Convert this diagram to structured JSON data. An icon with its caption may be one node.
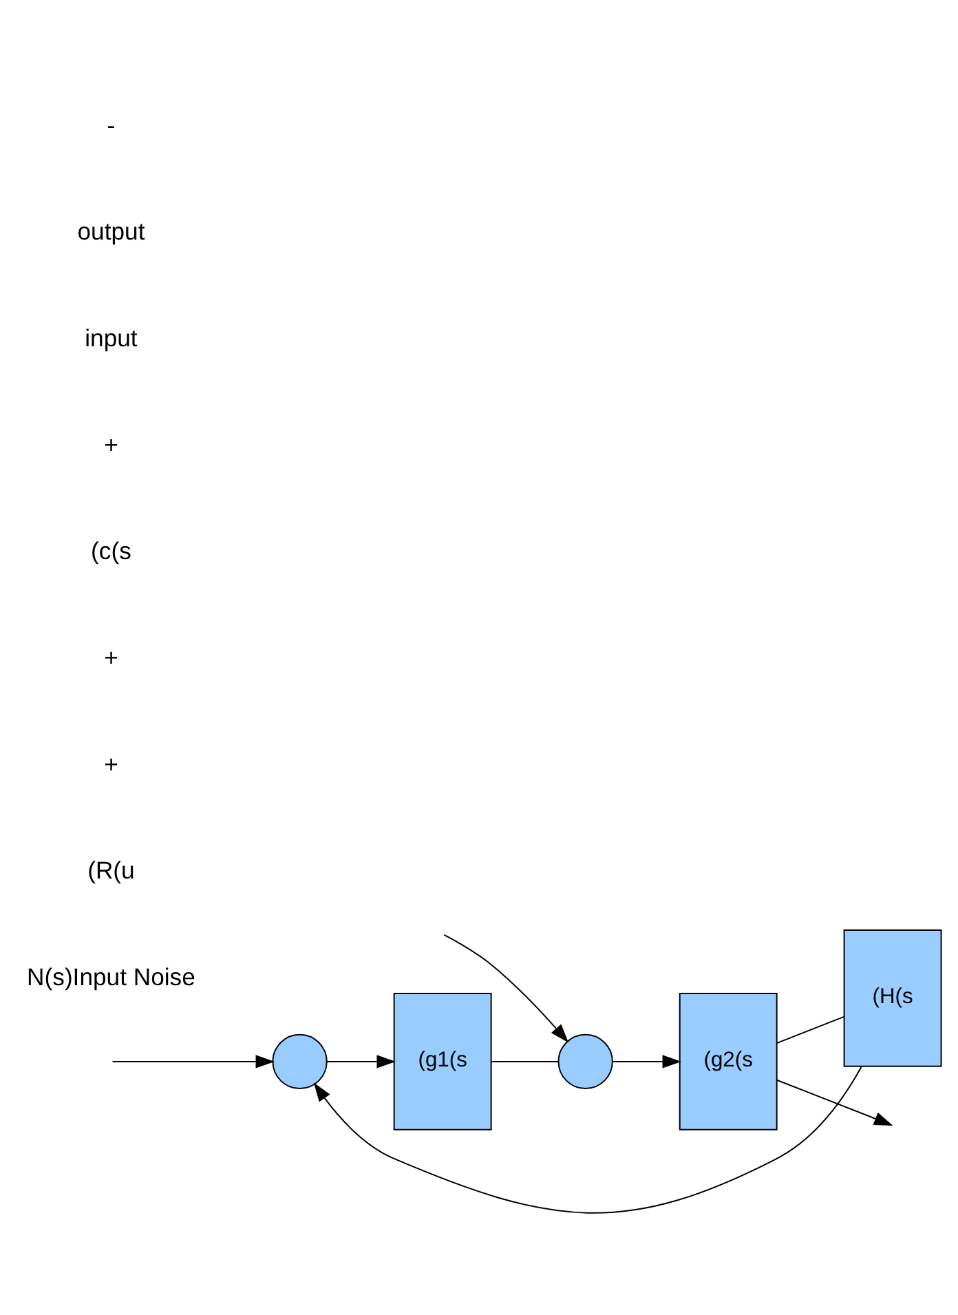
{
  "diagram": {
    "nodes": [
      {
        "text": [],
        "shape": "circle"
      },
      {
        "text": [
          "(g1(s"
        ]
      },
      {
        "text": [],
        "shape": "circle"
      },
      {
        "text": [
          "(g2(s"
        ]
      },
      {
        "text": [
          "(H(s"
        ]
      }
    ],
    "edges": [
      {
        "from": null,
        "to": 0,
        "arrow": "to"
      },
      {
        "from": 0,
        "to": 1,
        "arrow": "to"
      },
      {
        "from": 1,
        "to": 2,
        "arrow": "none"
      },
      {
        "from": null,
        "to": 2,
        "arrow": "to"
      },
      {
        "from": 2,
        "to": 3,
        "arrow": "to"
      },
      {
        "from": 3,
        "to": null,
        "arrow": "to"
      },
      {
        "from": 3,
        "to": 4,
        "arrow": "none"
      },
      {
        "from": 4,
        "to": 0,
        "arrow": "to"
      }
    ],
    "labels": [
      "N(s)Input Noise",
      "(R(u",
      "+",
      "+",
      "(c(s",
      "+",
      "input",
      "output",
      "-"
    ]
  }
}
